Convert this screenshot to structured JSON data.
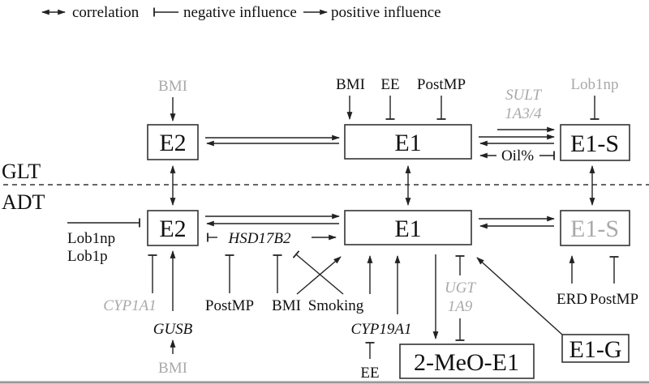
{
  "legend": {
    "correlation": "correlation",
    "negative": "negative influence",
    "positive": "positive influence"
  },
  "regions": {
    "top": "GLT",
    "bottom": "ADT"
  },
  "nodes": {
    "glt_e2": "E2",
    "glt_e1": "E1",
    "glt_e1s": "E1-S",
    "adt_e2": "E2",
    "adt_e1": "E1",
    "adt_e1s": "E1-S",
    "meo": "2-MeO-E1",
    "e1g": "E1-G"
  },
  "labels": {
    "glt_e2_bmi": "BMI",
    "glt_e1_bmi": "BMI",
    "glt_e1_ee": "EE",
    "glt_e1_postmp": "PostMP",
    "sult_line1": "SULT",
    "sult_line2": "1A3/4",
    "glt_lob1np": "Lob1np",
    "oil": "Oil%",
    "adt_lob1np": "Lob1np",
    "adt_lob1p": "Lob1p",
    "hsd": "HSD17B2",
    "cyp1a1": "CYP1A1",
    "gusb": "GUSB",
    "adt_bmi_bottom": "BMI",
    "adt_postmp": "PostMP",
    "adt_bmi": "BMI",
    "smoking": "Smoking",
    "cyp19a1": "CYP19A1",
    "ee_bottom": "EE",
    "ugt_line1": "UGT",
    "ugt_line2": "1A9",
    "erd": "ERD",
    "adt_e1s_postmp": "PostMP"
  },
  "colors": {
    "inactive": "#a9a9a9",
    "ink": "#111111"
  }
}
